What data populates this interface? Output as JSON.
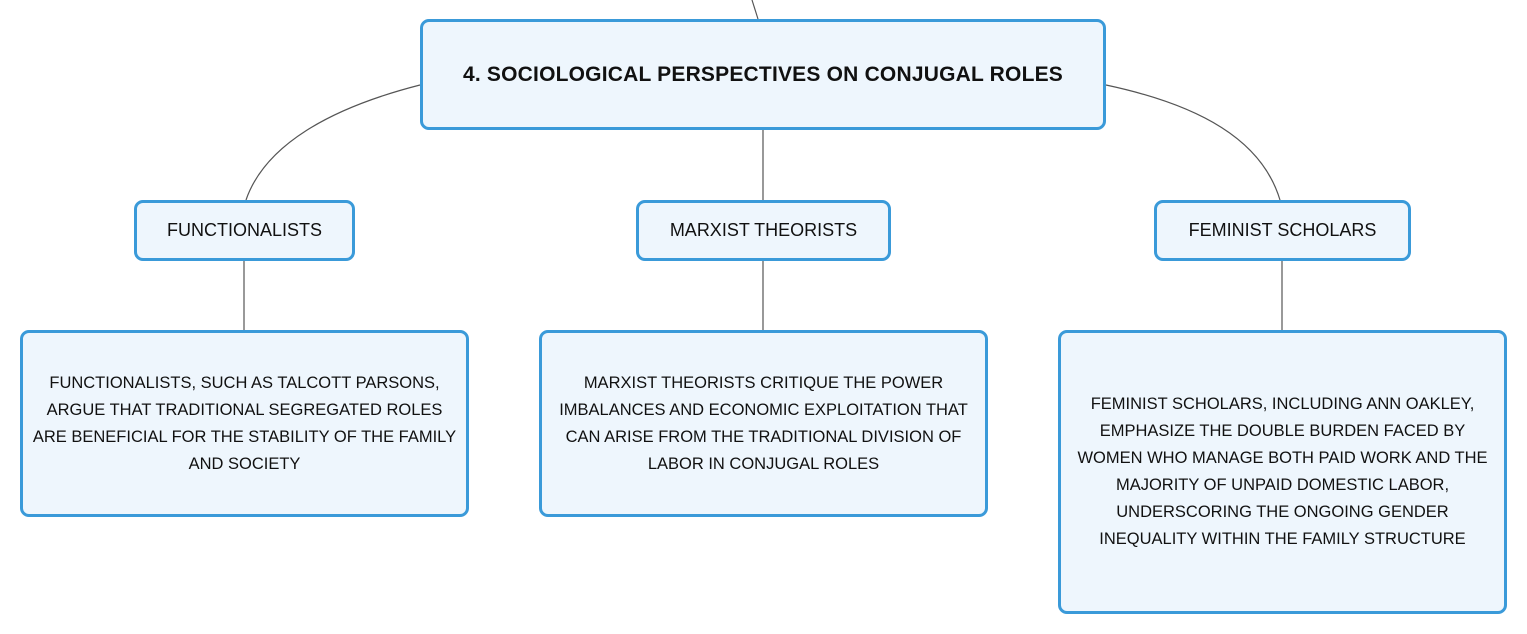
{
  "root": {
    "title": "4. SOCIOLOGICAL PERSPECTIVES ON CONJUGAL ROLES"
  },
  "branches": [
    {
      "label": "FUNCTIONALISTS",
      "detail": "FUNCTIONALISTS, SUCH AS TALCOTT PARSONS, ARGUE THAT TRADITIONAL SEGREGATED ROLES ARE BENEFICIAL FOR THE STABILITY OF THE FAMILY AND SOCIETY"
    },
    {
      "label": "MARXIST THEORISTS",
      "detail": "MARXIST THEORISTS CRITIQUE THE POWER IMBALANCES AND ECONOMIC EXPLOITATION THAT CAN ARISE FROM THE TRADITIONAL DIVISION OF LABOR IN CONJUGAL ROLES"
    },
    {
      "label": "FEMINIST SCHOLARS",
      "detail": "FEMINIST SCHOLARS, INCLUDING ANN OAKLEY, EMPHASIZE THE DOUBLE BURDEN FACED BY WOMEN WHO MANAGE BOTH PAID WORK AND THE MAJORITY OF UNPAID DOMESTIC LABOR, UNDERSCORING THE ONGOING GENDER INEQUALITY WITHIN THE FAMILY STRUCTURE"
    }
  ],
  "colors": {
    "node_border": "#3a9ad9",
    "node_fill": "#eef6fd",
    "connector": "#555555",
    "text": "#111111"
  }
}
